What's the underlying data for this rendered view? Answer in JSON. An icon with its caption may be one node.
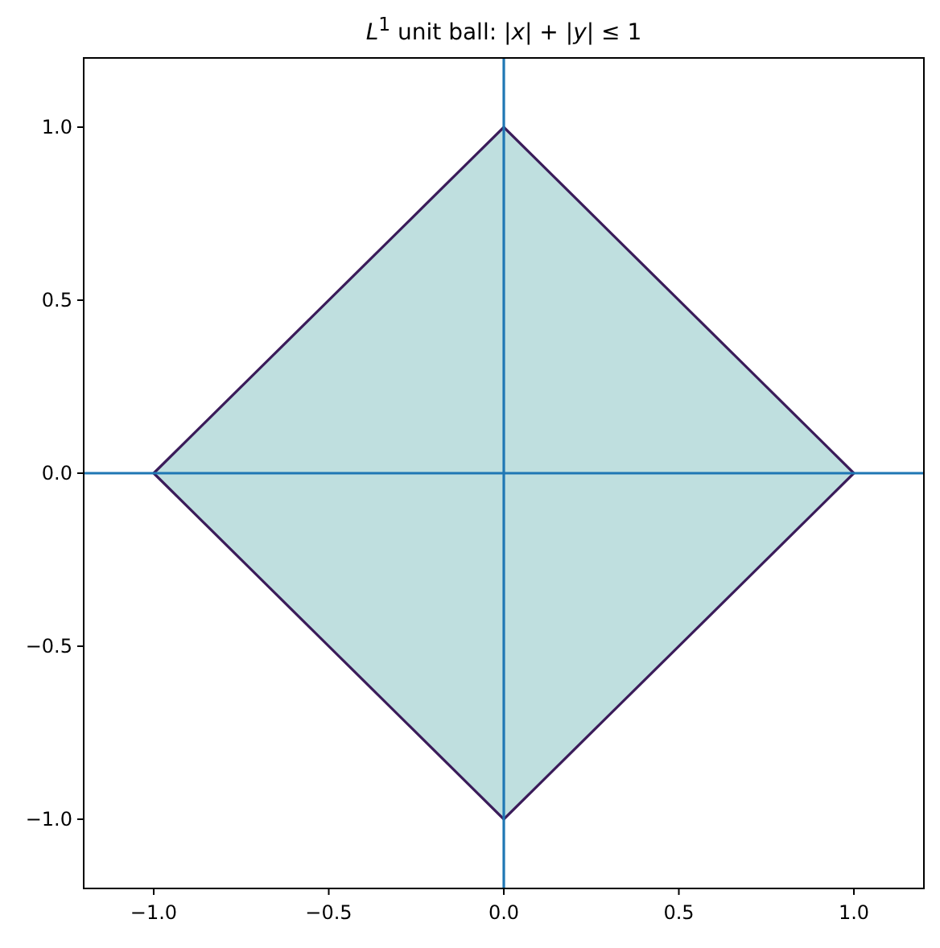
{
  "diagram": {
    "title": "*L*$^{1}$ unit ball: |*x*| + |*y*| ≤ 1",
    "chart_data": {
      "type": "area",
      "x": [
        -1,
        0,
        1,
        0,
        -1
      ],
      "series": [
        {
          "color": "#3b1c5a",
          "values": [
            0,
            1,
            0,
            -1,
            0
          ]
        }
      ],
      "xlim": [
        -1.2,
        1.2
      ],
      "ylim": [
        -1.2,
        1.2
      ],
      "xticks": [
        {
          "value": -1,
          "label": "−1.0"
        },
        {
          "value": -0.5,
          "label": "−0.5"
        },
        {
          "value": 0,
          "label": "0.0"
        },
        {
          "value": 0.5,
          "label": "0.5"
        },
        {
          "value": 1,
          "label": "1.0"
        }
      ],
      "yticks": [
        {
          "value": -1,
          "label": "−1.0"
        },
        {
          "value": -0.5,
          "label": "−0.5"
        },
        {
          "value": 0,
          "label": "0.0"
        },
        {
          "value": 0.5,
          "label": "0.5"
        },
        {
          "value": 1,
          "label": "1.0"
        }
      ]
    }
  }
}
